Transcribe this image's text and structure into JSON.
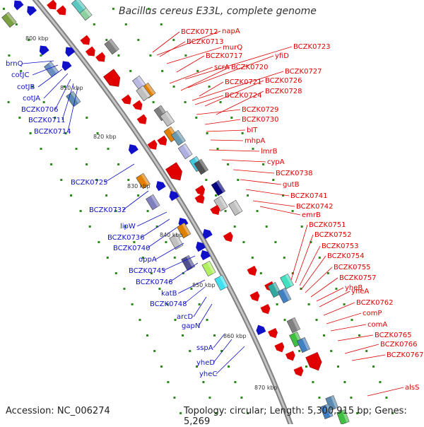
{
  "title": "Bacillus cereus E33L, complete genome",
  "footer": {
    "accession": "Accession: NC_006274",
    "summary": "Topology: circular; Length: 5,300,915 bp; Genes: 5,269"
  },
  "colors": {
    "forward": "#e00000",
    "reverse": "#1010c8",
    "backbone": "#999999",
    "tick": "#2a8a1a"
  },
  "kbp_labels": [
    "800 kbp",
    "810 kbp",
    "820 kbp",
    "830 kbp",
    "840 kbp",
    "850 kbp",
    "860 kbp",
    "870 kbp"
  ],
  "forward_genes": [
    "BCZK0712",
    "napA",
    "BCZK0713",
    "murQ",
    "BCZK0717",
    "BCZK0723",
    "yfiD",
    "scrA",
    "BCZK0720",
    "BCZK0727",
    "BCZK0721",
    "BCZK0726",
    "BCZK0724",
    "BCZK0728",
    "BCZK0729",
    "BCZK0730",
    "bIT",
    "mhpA",
    "lmrB",
    "cypA",
    "BCZK0738",
    "gutB",
    "BCZK0741",
    "BCZK0742",
    "emrB",
    "BCZK0751",
    "BCZK0752",
    "BCZK0753",
    "BCZK0754",
    "BCZK0755",
    "BCZK0757",
    "yheB",
    "yheA",
    "BCZK0762",
    "comP",
    "comA",
    "BCZK0765",
    "BCZK0766",
    "BCZK0767",
    "alsS"
  ],
  "reverse_genes": [
    "brnQ",
    "cotJC",
    "cotJB",
    "cotJA",
    "BCZK0706",
    "BCZK0711",
    "BCZK0714",
    "BCZK0725",
    "BCZK0732",
    "lipW",
    "BCZK0736",
    "BCZK0740",
    "oppA",
    "BCZK0745",
    "BCZK0746",
    "katB",
    "BCZK0748",
    "arcD",
    "gapN",
    "sspA",
    "yheD",
    "yheC"
  ]
}
